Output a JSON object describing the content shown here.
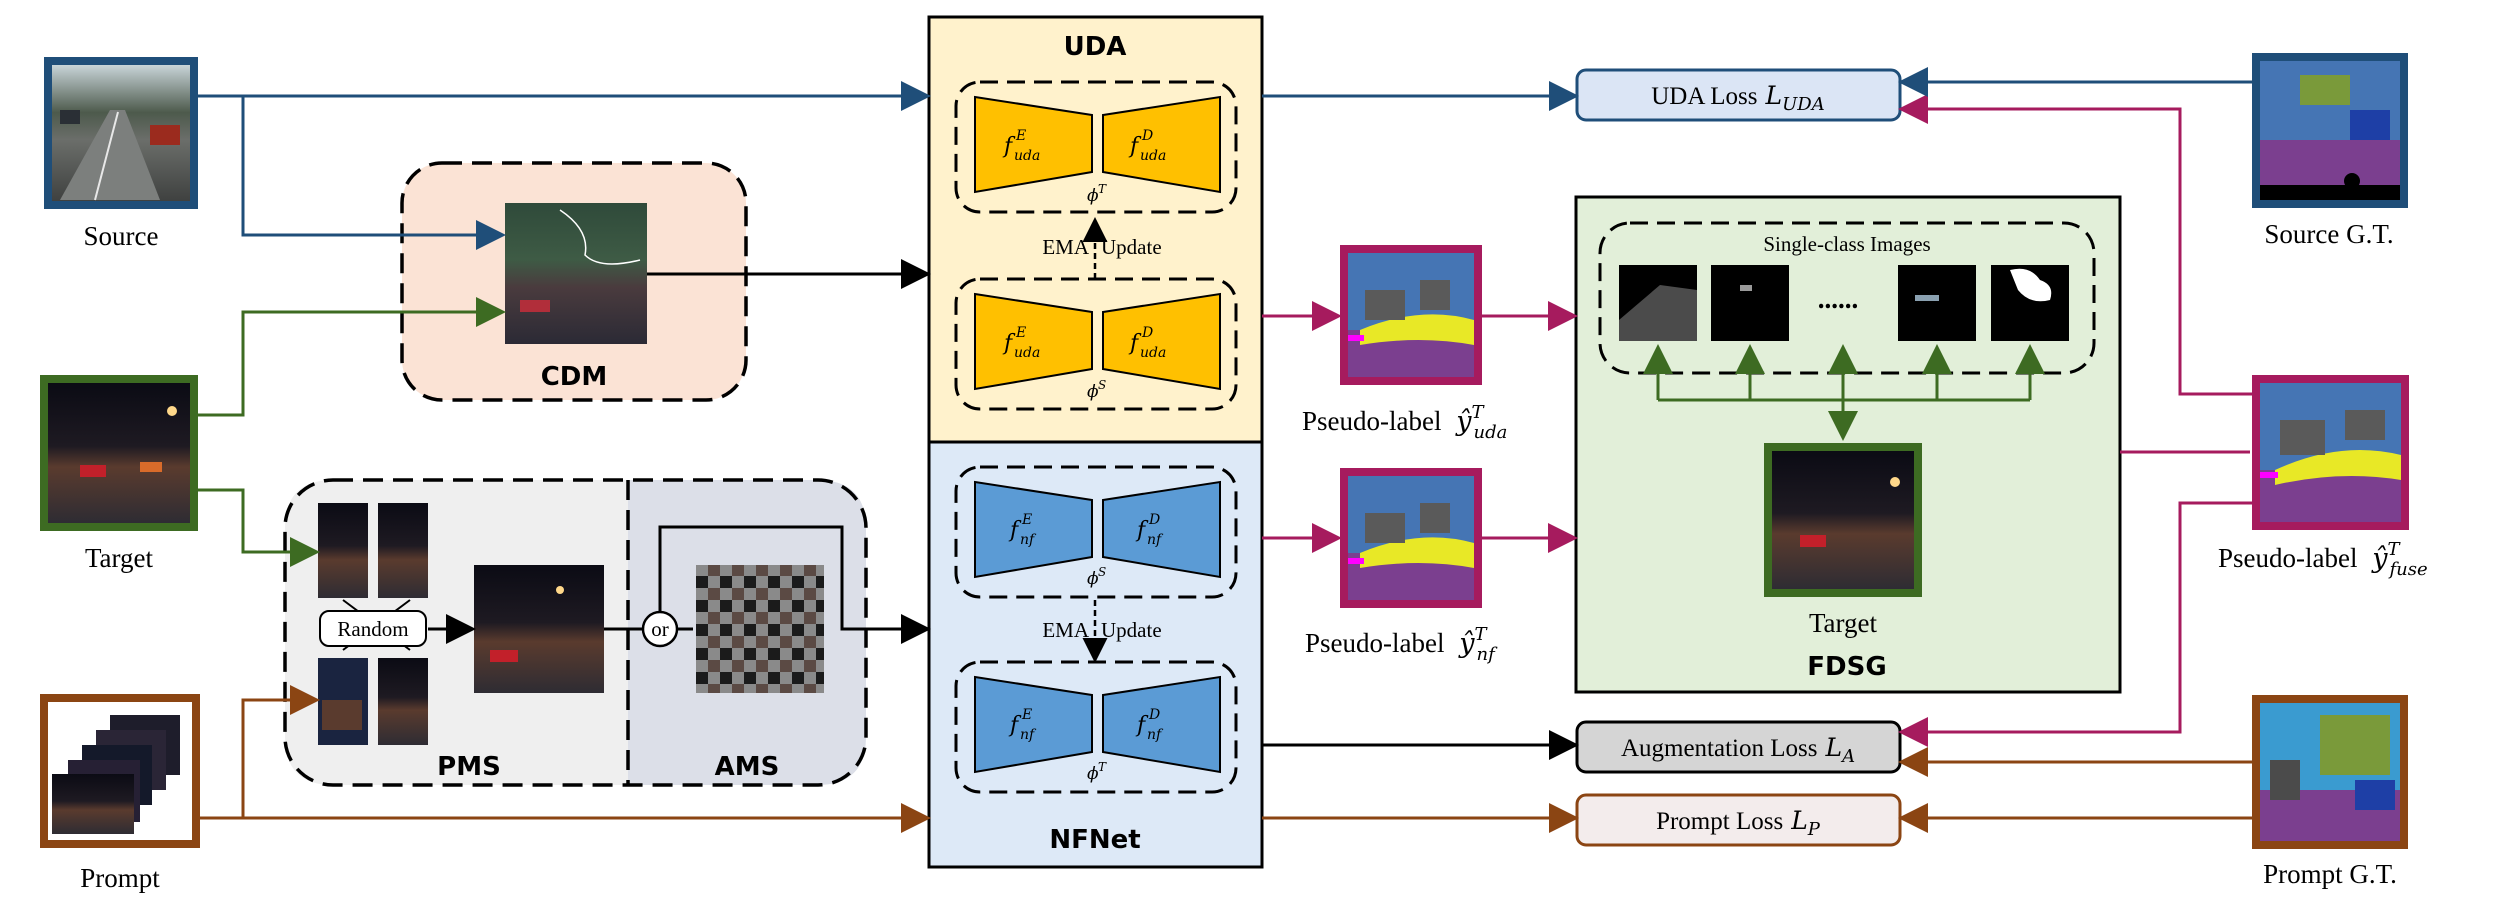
{
  "inputs": {
    "source": "Source",
    "target": "Target",
    "prompt": "Prompt",
    "source_gt": "Source G.T.",
    "prompt_gt": "Prompt G.T."
  },
  "modules": {
    "uda": "UDA",
    "nfnet": "NFNet",
    "cdm": "CDM",
    "pms": "PMS",
    "ams": "AMS",
    "fdsg": "FDSG"
  },
  "encoder_decoder": {
    "enc_symbol": "f",
    "enc_sup": "E",
    "dec_sup": "D",
    "uda_sub": "uda",
    "nf_sub": "nf",
    "phi": "ϕ",
    "phi_T": "T",
    "phi_S": "S",
    "ema_left": "EMA",
    "ema_right": "Update"
  },
  "pms_ui": {
    "random_label": "Random",
    "or_label": "or"
  },
  "fdsg": {
    "single_class_title": "Single-class Images",
    "dots": "......",
    "target_label": "Target"
  },
  "pseudo_labels": {
    "prefix": "Pseudo-label",
    "yhat": "ŷ",
    "sup": "T",
    "uda_sub": "uda",
    "nf_sub": "nf",
    "fuse_sub": "fuse"
  },
  "losses": {
    "uda": {
      "text": "UDA Loss",
      "symbol": "L",
      "sub": "UDA"
    },
    "aug": {
      "text": "Augmentation Loss",
      "symbol": "L",
      "sub": "A"
    },
    "prompt": {
      "text": "Prompt Loss",
      "symbol": "L",
      "sub": "P"
    }
  },
  "colors": {
    "source_blue": "#1f4e79",
    "target_green": "#3d6b22",
    "prompt_brown": "#8b4513",
    "pseudo_magenta": "#a61b5e",
    "uda_bg": "#fff2cc",
    "nfnet_bg": "#dde9f7",
    "cdm_bg": "#fbe3d5",
    "fdsg_bg": "#e2efd9",
    "pms_bg": "#efefef",
    "ams_bg": "#dcdfe8",
    "enc_orange": "#ffc000",
    "enc_blue": "#5b9bd5"
  }
}
